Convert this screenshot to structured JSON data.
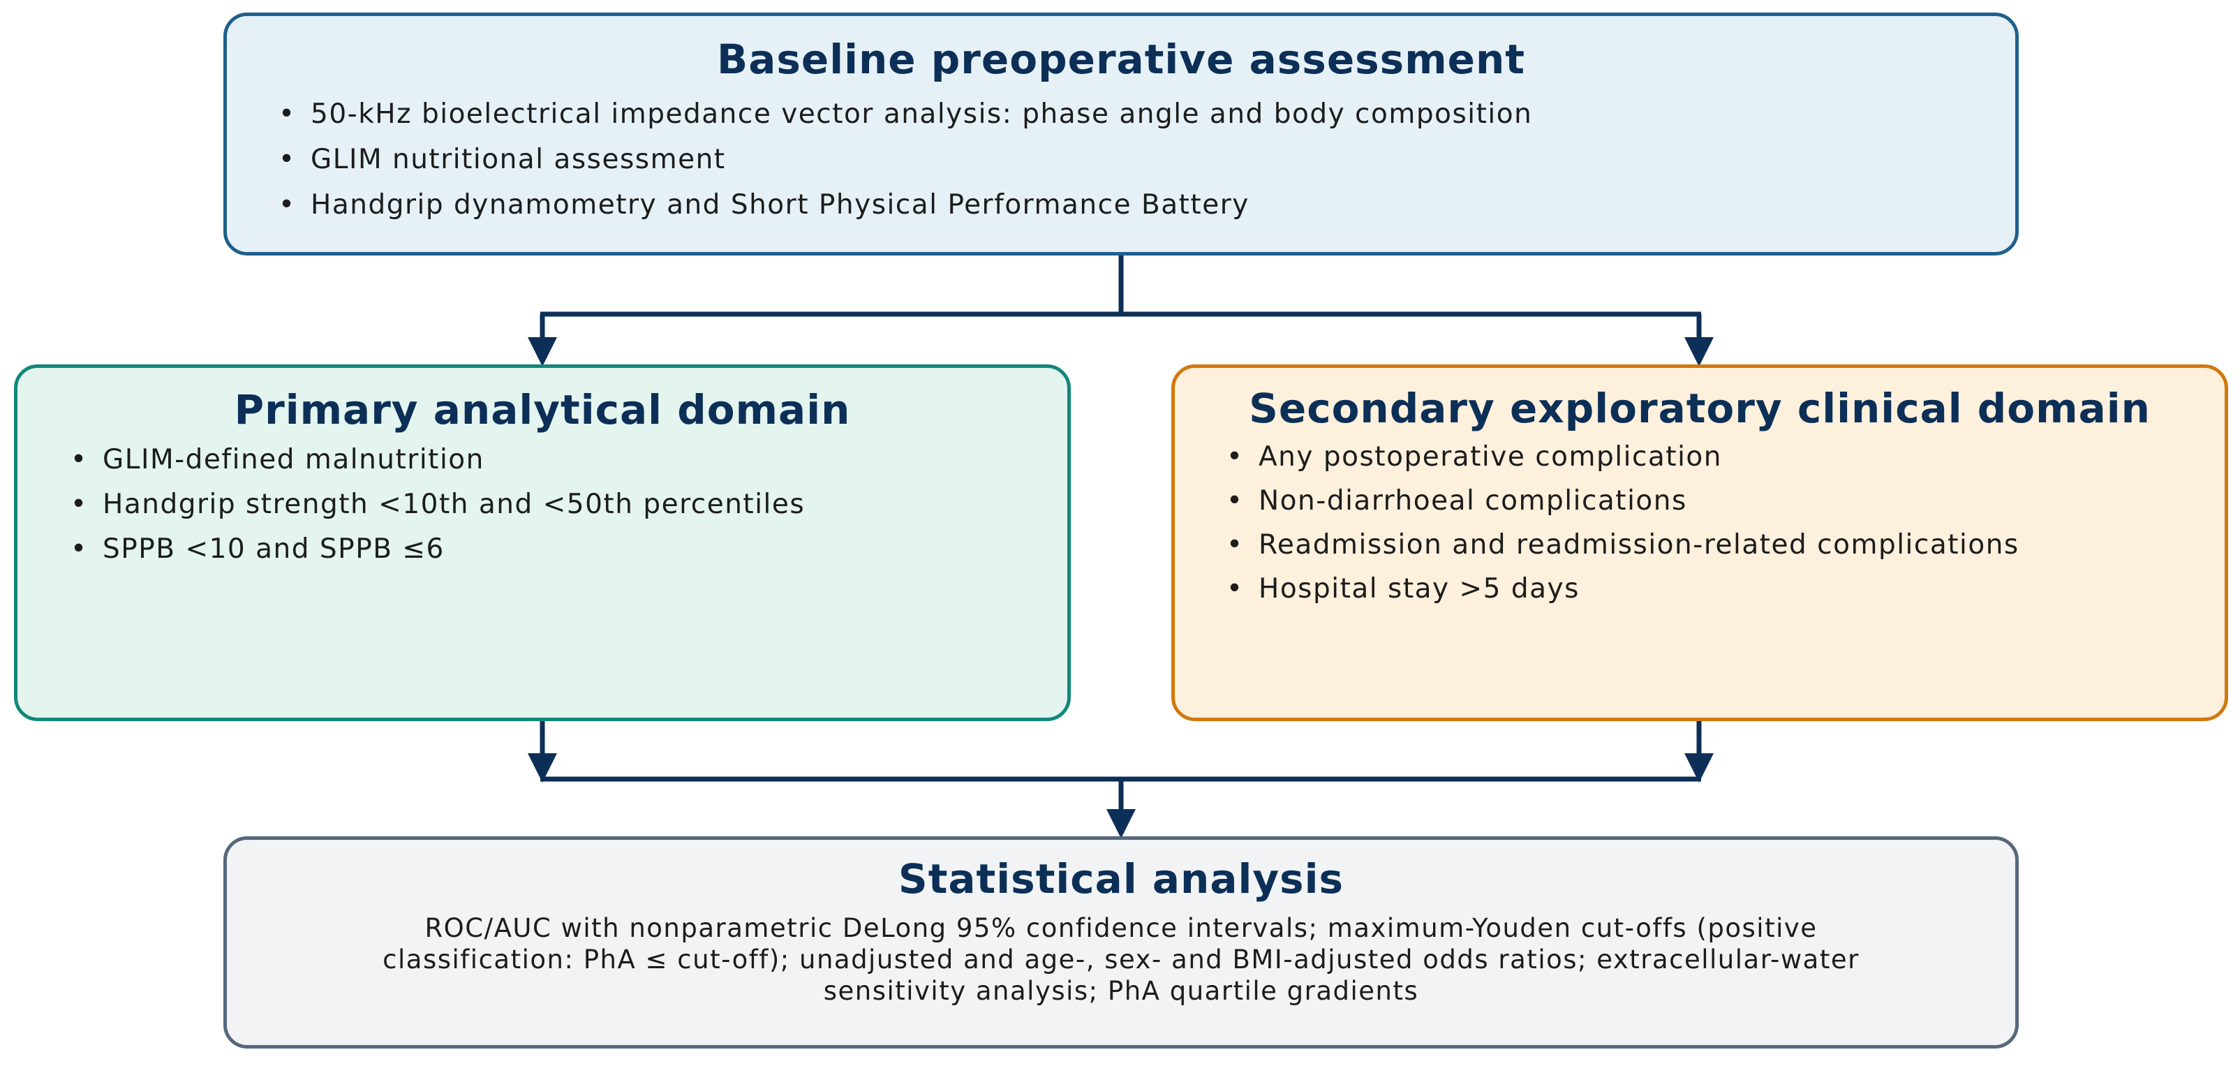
{
  "baseline": {
    "title": "Baseline preoperative assessment",
    "items": [
      "50-kHz bioelectrical impedance vector analysis: phase angle and body composition",
      "GLIM nutritional assessment",
      "Handgrip dynamometry and Short Physical Performance Battery"
    ]
  },
  "primary": {
    "title": "Primary analytical domain",
    "items": [
      "GLIM-defined malnutrition",
      "Handgrip strength <10th and <50th percentiles",
      "SPPB <10 and SPPB ≤6"
    ]
  },
  "secondary": {
    "title": "Secondary exploratory clinical domain",
    "items": [
      "Any postoperative complication",
      "Non-diarrhoeal complications",
      "Readmission and readmission-related complications",
      "Hospital stay >5 days"
    ]
  },
  "statistics": {
    "title": "Statistical analysis",
    "lines": [
      "ROC/AUC with nonparametric DeLong 95% confidence intervals; maximum-Youden cut-offs (positive",
      "classification: PhA ≤ cut-off); unadjusted and age-, sex- and BMI-adjusted odds ratios; extracellular-water",
      "sensitivity analysis; PhA quartile gradients"
    ]
  },
  "colors": {
    "arrow": "#0c2f57",
    "title": "#0c2f57",
    "baseline_fill": "#e6f1f7",
    "baseline_border": "#1f5f8b",
    "primary_fill": "#e4f4ef",
    "primary_border": "#12877a",
    "secondary_fill": "#fdf0dc",
    "secondary_border": "#d2780d",
    "statistics_fill": "#f1f3f5",
    "statistics_border": "#56687a"
  }
}
